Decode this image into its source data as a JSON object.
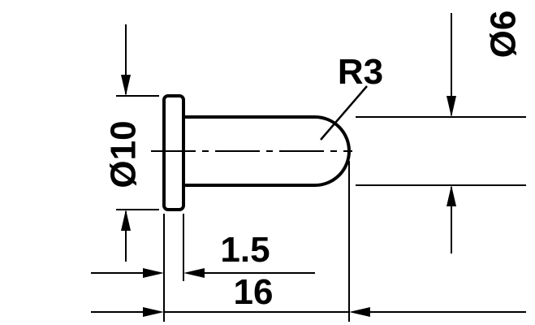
{
  "drawing": {
    "type": "technical-dimension-drawing",
    "subject": "cover-cap side view with flanged head and round-tip shaft",
    "background_color": "#ffffff",
    "line_color": "#000000",
    "labels": {
      "head_diameter": "Ø10",
      "shaft_diameter": "Ø6",
      "tip_radius": "R3",
      "head_thickness": "1.5",
      "total_length": "16"
    }
  }
}
